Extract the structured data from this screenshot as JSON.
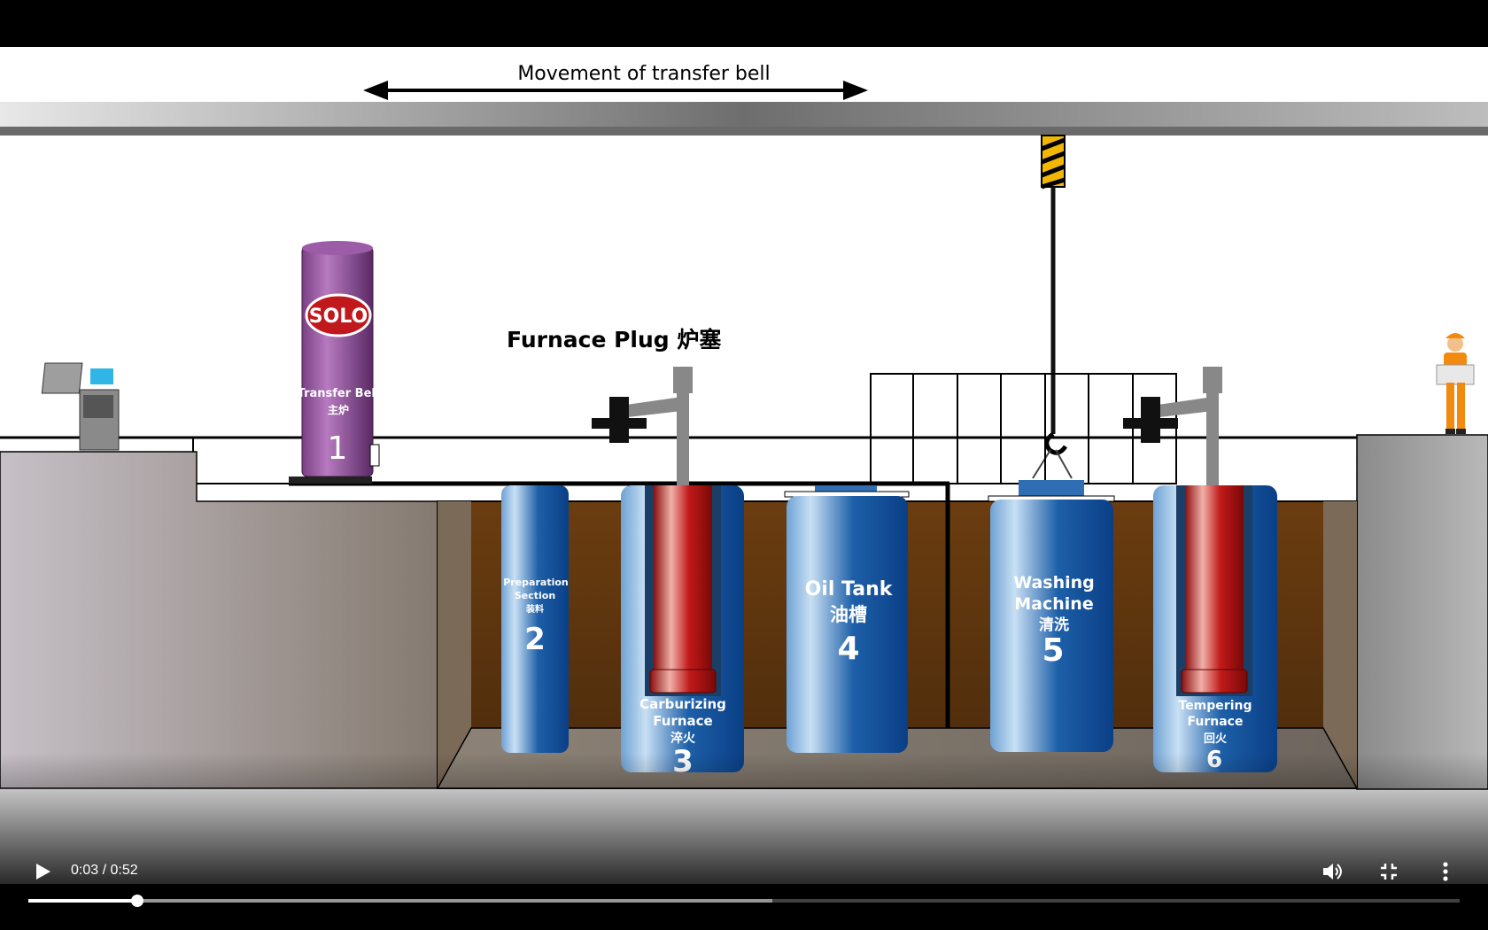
{
  "scene": {
    "banner": "Movement of transfer bell",
    "plug_label": "Furnace Plug 炉塞",
    "logo": "SOLO",
    "transfer_bell": {
      "line1": "Transfer Bell",
      "line2": "主炉",
      "number": "1"
    },
    "stations": [
      {
        "line1": "Preparation",
        "line2": "Section",
        "line3": "装料",
        "number": "2"
      },
      {
        "line1": "Carburizing",
        "line2": "Furnace",
        "line3": "淬火",
        "number": "3"
      },
      {
        "line1": "Oil Tank",
        "line2": "油槽",
        "number": "4"
      },
      {
        "line1": "Washing",
        "line2": "Machine",
        "line3": "清洗",
        "number": "5"
      },
      {
        "line1": "Tempering",
        "line2": "Furnace",
        "line3": "回火",
        "number": "6"
      }
    ]
  },
  "player": {
    "time_display": "0:03 / 0:52",
    "played_fraction": 0.076,
    "buffered_fraction": 0.52,
    "icons": {
      "play": "play-icon",
      "volume": "volume-icon",
      "exit_fullscreen": "exit-fullscreen-icon",
      "more": "more-vert-icon"
    }
  }
}
